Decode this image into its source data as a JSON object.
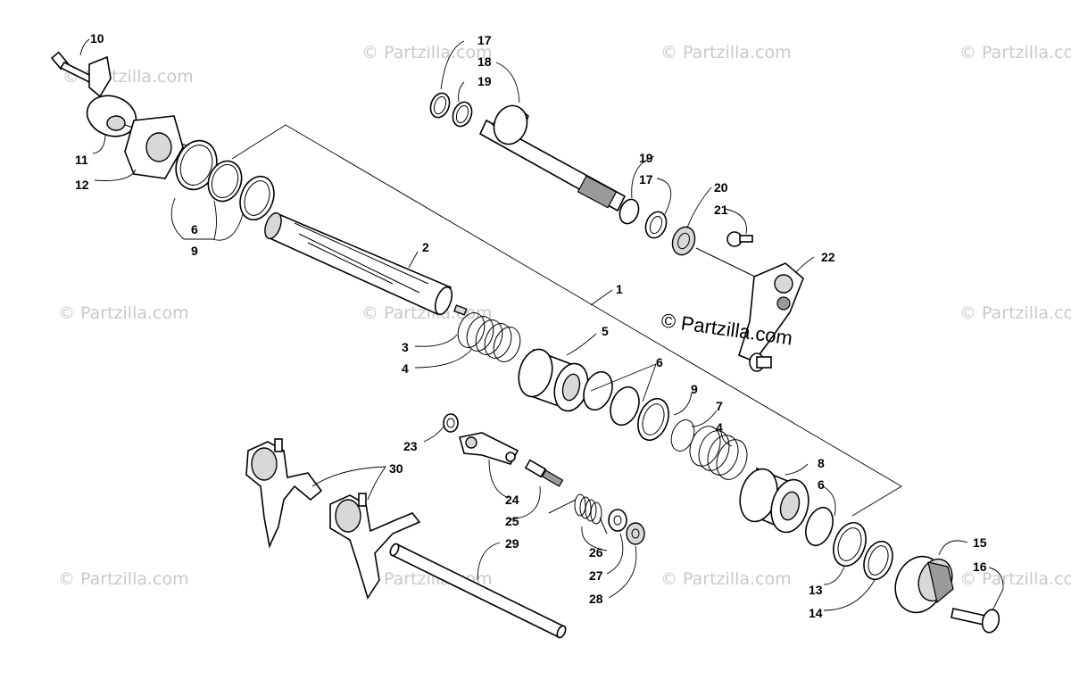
{
  "copyright_label": "© Partzilla.com",
  "watermark_text": "© Partzilla.com",
  "callouts": {
    "c1": "1",
    "c2": "2",
    "c3": "3",
    "c4a": "4",
    "c4b": "4",
    "c5": "5",
    "c6a": "6",
    "c6b": "6",
    "c6c": "6",
    "c7": "7",
    "c8": "8",
    "c9a": "9",
    "c9b": "9",
    "c10": "10",
    "c11": "11",
    "c12": "12",
    "c13": "13",
    "c14": "14",
    "c15": "15",
    "c16": "16",
    "c17a": "17",
    "c17b": "17",
    "c18": "18",
    "c19a": "19",
    "c19b": "19",
    "c20": "20",
    "c21": "21",
    "c22": "22",
    "c23": "23",
    "c24": "24",
    "c25": "25",
    "c26": "26",
    "c27": "27",
    "c28": "28",
    "c29": "29",
    "c30": "30"
  },
  "colors": {
    "ink": "#000000",
    "watermark": "#c9c9c9",
    "background": "#ffffff"
  }
}
